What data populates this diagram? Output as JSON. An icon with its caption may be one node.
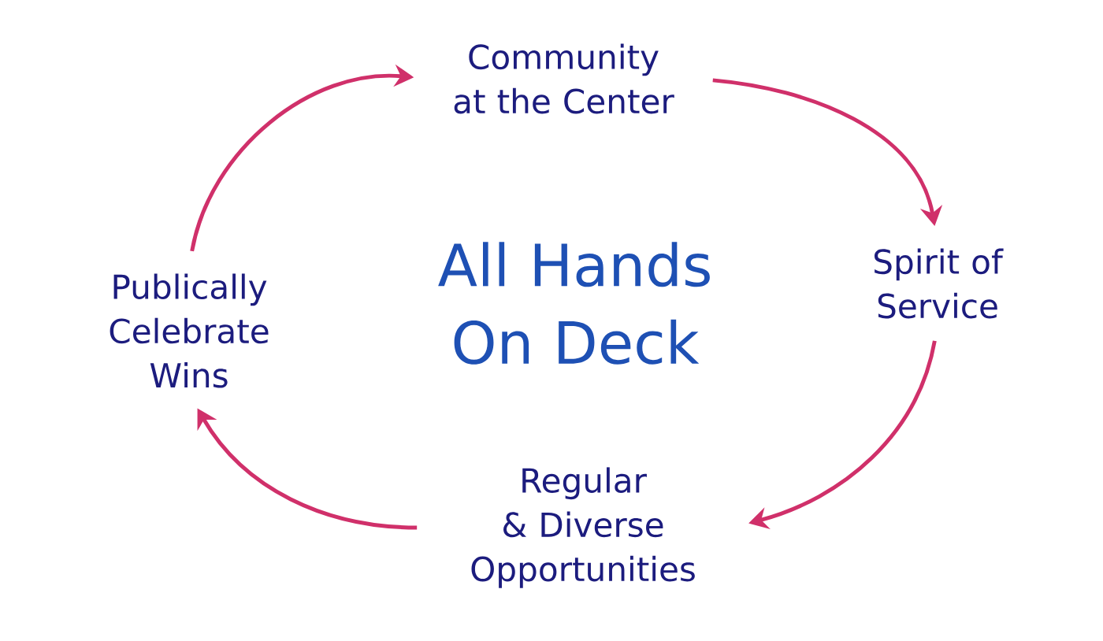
{
  "diagram": {
    "title": "All Hands On Deck",
    "nodes": [
      {
        "text": [
          "Community at the Center"
        ]
      },
      {
        "text": [
          "Spirit of Service"
        ]
      },
      {
        "text": [
          "Regular & Diverse Opportunities"
        ]
      },
      {
        "text": [
          "Publically Celebrate Wins"
        ]
      }
    ],
    "edges": [
      {
        "from": 0,
        "to": 1,
        "arrow": "to"
      },
      {
        "from": 1,
        "to": 2,
        "arrow": "to"
      },
      {
        "from": 2,
        "to": 3,
        "arrow": "to"
      },
      {
        "from": 3,
        "to": 0,
        "arrow": "to"
      }
    ]
  }
}
